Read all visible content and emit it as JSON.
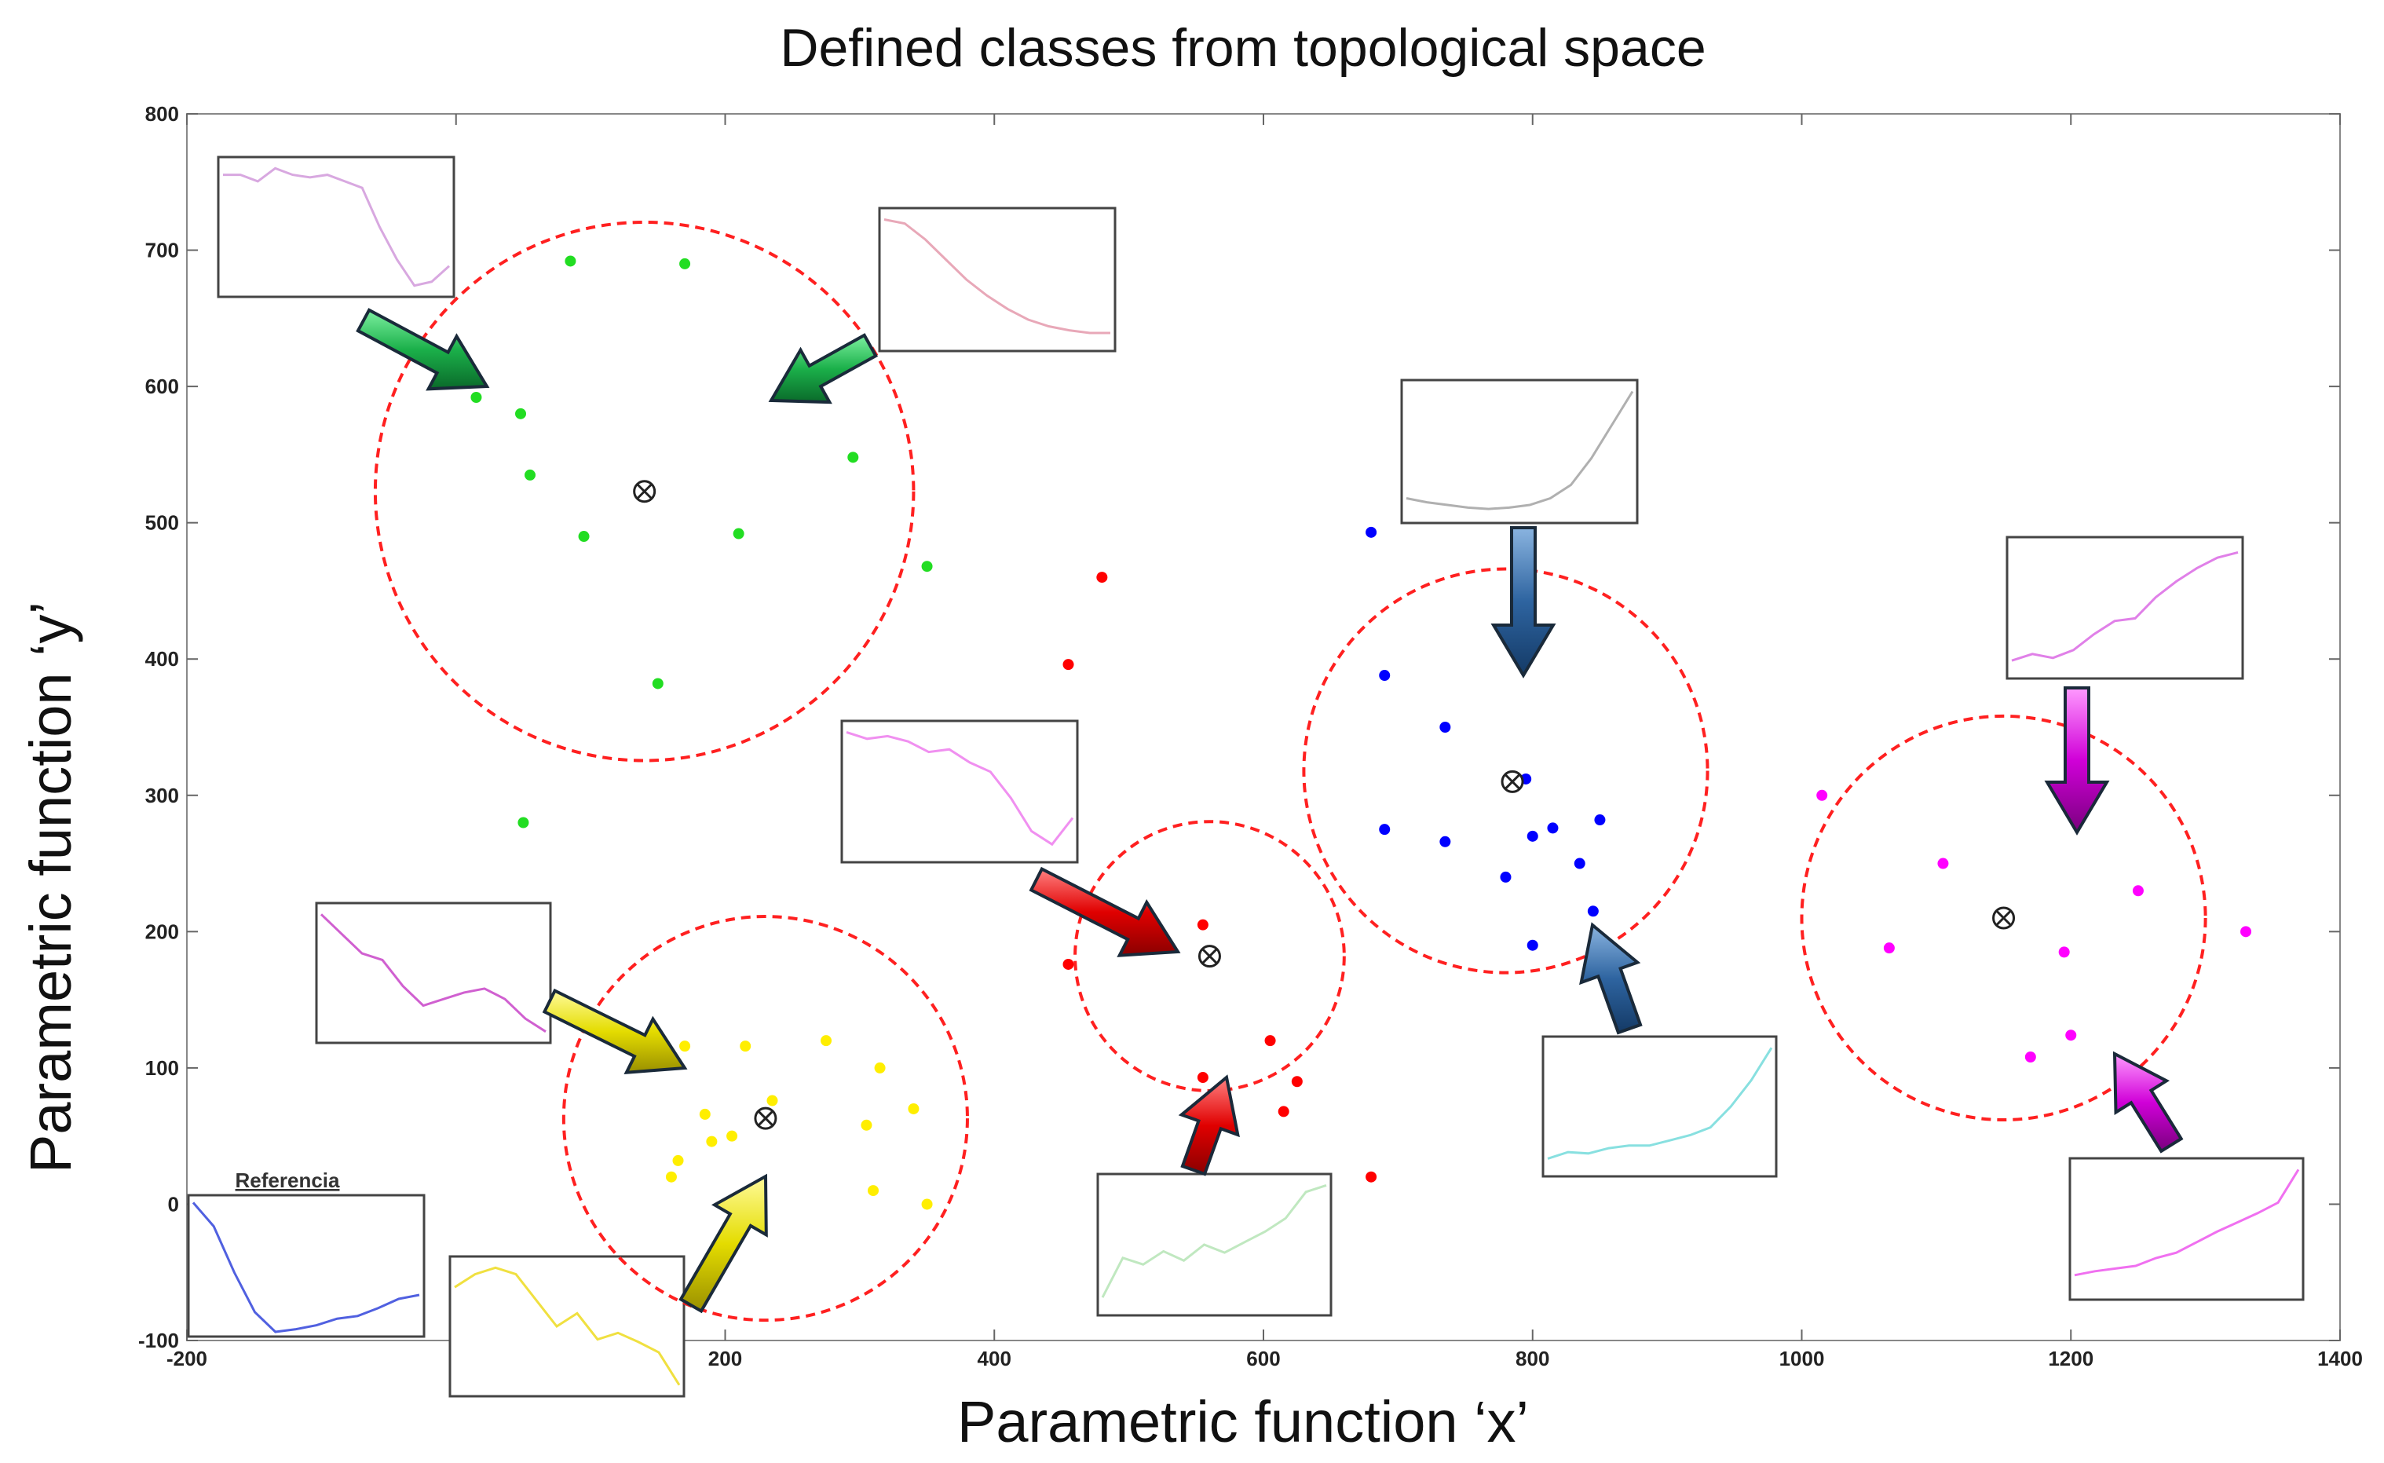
{
  "chart_data": {
    "type": "scatter",
    "title": "Defined classes from topological space",
    "xlabel": "Parametric function ‘x’",
    "ylabel": "Parametric function ‘y’",
    "xlim": [
      -200,
      1400
    ],
    "ylim": [
      -100,
      800
    ],
    "xticks": [
      -200,
      0,
      200,
      400,
      600,
      800,
      1000,
      1200,
      1400
    ],
    "yticks": [
      -100,
      0,
      100,
      200,
      300,
      400,
      500,
      600,
      700,
      800
    ],
    "grid": false,
    "inset_label": "Referencia",
    "series": [
      {
        "color": "#22dd22",
        "points": [
          [
            85,
            692
          ],
          [
            170,
            690
          ],
          [
            15,
            592
          ],
          [
            48,
            580
          ],
          [
            55,
            535
          ],
          [
            295,
            548
          ],
          [
            95,
            490
          ],
          [
            210,
            492
          ],
          [
            350,
            468
          ],
          [
            150,
            382
          ],
          [
            50,
            280
          ]
        ]
      },
      {
        "color": "#ffee00",
        "points": [
          [
            170,
            116
          ],
          [
            215,
            116
          ],
          [
            275,
            120
          ],
          [
            315,
            100
          ],
          [
            185,
            66
          ],
          [
            235,
            76
          ],
          [
            205,
            50
          ],
          [
            190,
            46
          ],
          [
            165,
            32
          ],
          [
            305,
            58
          ],
          [
            340,
            70
          ],
          [
            160,
            20
          ],
          [
            310,
            10
          ],
          [
            350,
            0
          ]
        ]
      },
      {
        "color": "#ff0000",
        "points": [
          [
            480,
            460
          ],
          [
            455,
            396
          ],
          [
            555,
            205
          ],
          [
            455,
            176
          ],
          [
            605,
            120
          ],
          [
            555,
            93
          ],
          [
            625,
            90
          ],
          [
            615,
            68
          ],
          [
            680,
            20
          ]
        ]
      },
      {
        "color": "#0000ff",
        "points": [
          [
            680,
            493
          ],
          [
            690,
            388
          ],
          [
            735,
            350
          ],
          [
            690,
            275
          ],
          [
            735,
            266
          ],
          [
            795,
            312
          ],
          [
            800,
            270
          ],
          [
            815,
            276
          ],
          [
            850,
            282
          ],
          [
            835,
            250
          ],
          [
            780,
            240
          ],
          [
            845,
            215
          ],
          [
            800,
            190
          ]
        ]
      },
      {
        "color": "#ff00ff",
        "points": [
          [
            1015,
            300
          ],
          [
            1105,
            250
          ],
          [
            1065,
            188
          ],
          [
            1250,
            230
          ],
          [
            1330,
            200
          ],
          [
            1195,
            185
          ],
          [
            1200,
            124
          ],
          [
            1170,
            108
          ]
        ]
      }
    ],
    "centroids": [
      [
        140,
        523
      ],
      [
        230,
        63
      ],
      [
        560,
        182
      ],
      [
        785,
        310
      ],
      [
        1150,
        210
      ]
    ],
    "clusters": [
      {
        "center": [
          140,
          523
        ],
        "radius": 200
      },
      {
        "center": [
          230,
          63
        ],
        "radius": 150
      },
      {
        "center": [
          560,
          182
        ],
        "radius": 100
      },
      {
        "center": [
          780,
          318
        ],
        "radius": 150
      },
      {
        "center": [
          1150,
          210
        ],
        "radius": 150
      }
    ]
  }
}
